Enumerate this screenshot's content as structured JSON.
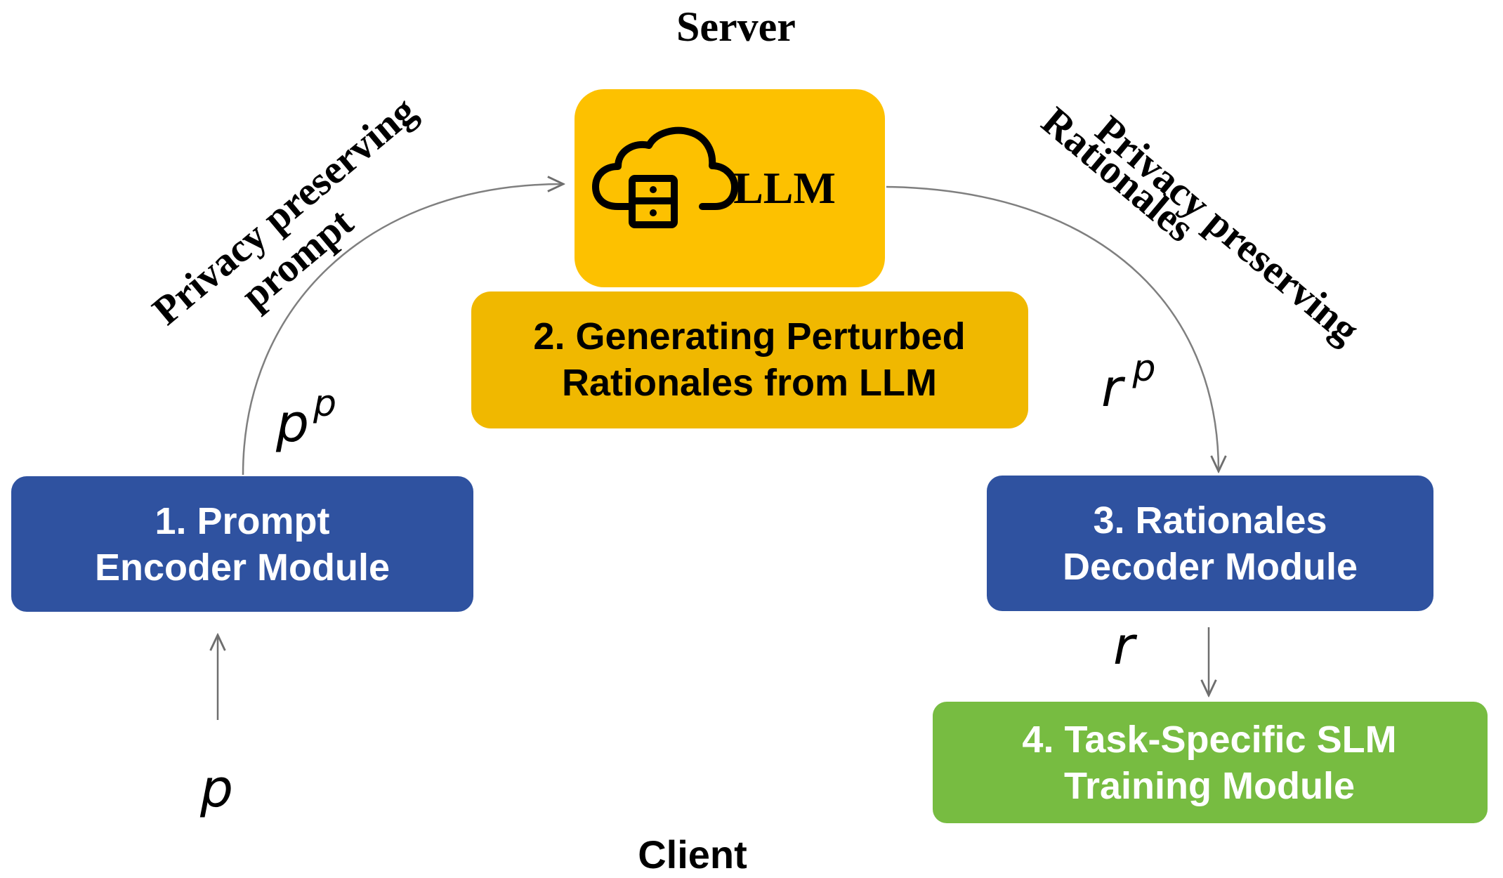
{
  "diagram": {
    "server_label": "Server",
    "client_label": "Client",
    "llm": {
      "label": "LLM",
      "icon": "cloud-server-icon"
    },
    "step2": {
      "line1": "2.  Generating Perturbed",
      "line2": "Rationales from LLM"
    },
    "step1": {
      "line1": "1. Prompt",
      "line2": "Encoder Module"
    },
    "step3": {
      "line1": "3. Rationales",
      "line2": "Decoder Module"
    },
    "step4": {
      "line1": "4. Task-Specific SLM",
      "line2": "Training Module"
    },
    "left_arc_label": {
      "line1": "Privacy preserving",
      "line2": "prompt"
    },
    "right_arc_label": {
      "line1": "Privacy preserving",
      "line2": "Rationales"
    },
    "symbols": {
      "pp_base": "p",
      "pp_sup": "p",
      "rp_base": "r",
      "rp_sup": "p",
      "r": "r",
      "p": "p"
    },
    "colors": {
      "llm_fill": "#FDC100",
      "step2_fill": "#F0B800",
      "blue_fill": "#2F52A0",
      "green_fill": "#77BC41",
      "arrow": "#7F7F7F"
    }
  }
}
